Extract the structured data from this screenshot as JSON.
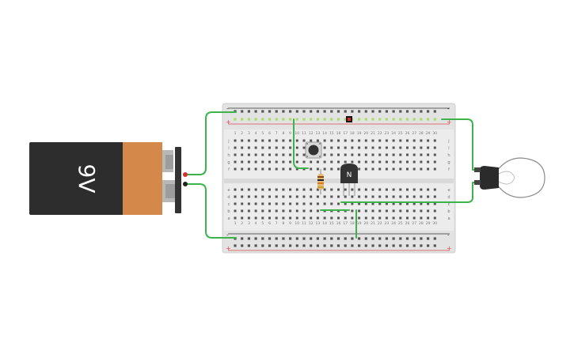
{
  "battery": {
    "label": "9V"
  },
  "transistor": {
    "label": "N"
  },
  "breadboard": {
    "columns": [
      "1",
      "2",
      "3",
      "4",
      "5",
      "6",
      "7",
      "8",
      "9",
      "10",
      "11",
      "12",
      "13",
      "14",
      "15",
      "16",
      "17",
      "18",
      "19",
      "20",
      "21",
      "22",
      "23",
      "24",
      "25",
      "26",
      "27",
      "28",
      "29",
      "30"
    ],
    "rows_top": [
      "j",
      "i",
      "h",
      "g",
      "f"
    ],
    "rows_bottom": [
      "e",
      "d",
      "c",
      "b",
      "a"
    ],
    "rail_plus": "+",
    "rail_minus": "-"
  },
  "colors": {
    "wire": "#3cb44b",
    "battery_body": "#2d2d2d",
    "battery_copper": "#d4894a",
    "board": "#e6e6e6",
    "rail_red": "#e0484d",
    "rail_black": "#333333",
    "highlight_hole": "#a8e063"
  }
}
